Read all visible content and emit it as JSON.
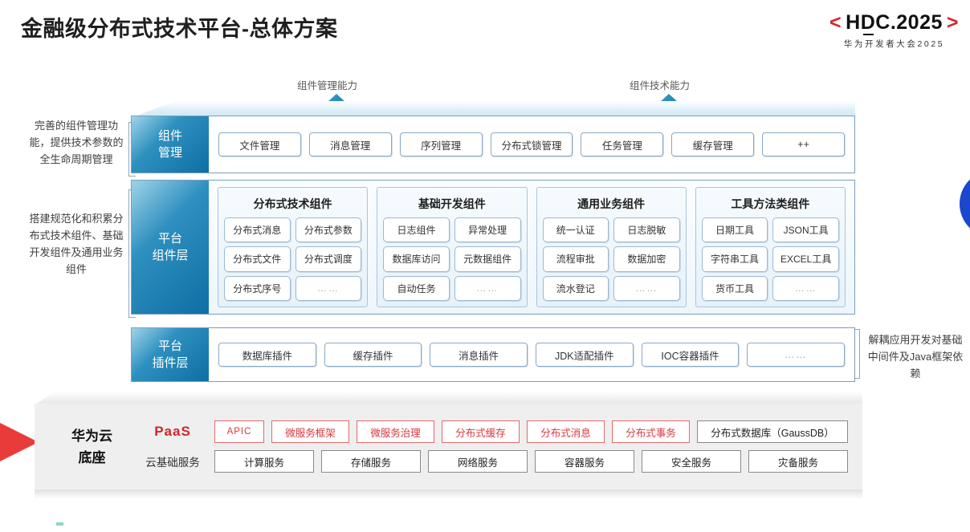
{
  "header": {
    "title": "金融级分布式技术平台-总体方案",
    "logo": {
      "bracket_left": "<",
      "bracket_right": ">",
      "main": "HDC.2025",
      "sub": "华为开发者大会2025",
      "bracket_color": "#d9232e"
    }
  },
  "arrows": [
    {
      "label": "组件管理能力"
    },
    {
      "label": "组件技术能力"
    }
  ],
  "notes": {
    "left_top": "完善的组件管理功能，提供技术参数的全生命周期管理",
    "left_bottom": "搭建规范化和积累分布式技术组件、基础开发组件及通用业务组件",
    "right": "解耦应用开发对基础中间件及Java框架依赖"
  },
  "bands": {
    "management": {
      "label": "组件\n管理",
      "label_line1": "组件",
      "label_line2": "管理",
      "items": [
        "文件管理",
        "消息管理",
        "序列管理",
        "分布式锁管理",
        "任务管理",
        "缓存管理",
        "++"
      ]
    },
    "component_layer": {
      "label_line1": "平台",
      "label_line2": "组件层",
      "groups": [
        {
          "title": "分布式技术组件",
          "cells": [
            "分布式消息",
            "分布式参数",
            "分布式文件",
            "分布式调度",
            "分布式序号",
            "……"
          ]
        },
        {
          "title": "基础开发组件",
          "cells": [
            "日志组件",
            "异常处理",
            "数据库访问",
            "元数据组件",
            "自动任务",
            "……"
          ]
        },
        {
          "title": "通用业务组件",
          "cells": [
            "统一认证",
            "日志脱敏",
            "流程审批",
            "数据加密",
            "流水登记",
            "……"
          ]
        },
        {
          "title": "工具方法类组件",
          "cells": [
            "日期工具",
            "JSON工具",
            "字符串工具",
            "EXCEL工具",
            "货币工具",
            "……"
          ]
        }
      ]
    },
    "plugin_layer": {
      "label_line1": "平台",
      "label_line2": "插件层",
      "items": [
        "数据库插件",
        "缓存插件",
        "消息插件",
        "JDK适配插件",
        "IOC容器插件",
        "……"
      ]
    }
  },
  "base": {
    "title_line1": "华为云",
    "title_line2": "底座",
    "paas": {
      "tag": "PaaS",
      "items": [
        {
          "label": "APIC",
          "style": "red"
        },
        {
          "label": "微服务框架",
          "style": "red"
        },
        {
          "label": "微服务治理",
          "style": "red"
        },
        {
          "label": "分布式缓存",
          "style": "red"
        },
        {
          "label": "分布式消息",
          "style": "red"
        },
        {
          "label": "分布式事务",
          "style": "red"
        },
        {
          "label": "分布式数据库（GaussDB）",
          "style": "gray"
        }
      ]
    },
    "cloud": {
      "tag": "云基础服务",
      "items": [
        "计算服务",
        "存储服务",
        "网络服务",
        "容器服务",
        "安全服务",
        "灾备服务"
      ]
    }
  },
  "colors": {
    "accent_red": "#d9232e",
    "accent_blue": "#1b47ce",
    "band_blue": "#0f6ea4",
    "panel_gray": "#efefef"
  }
}
